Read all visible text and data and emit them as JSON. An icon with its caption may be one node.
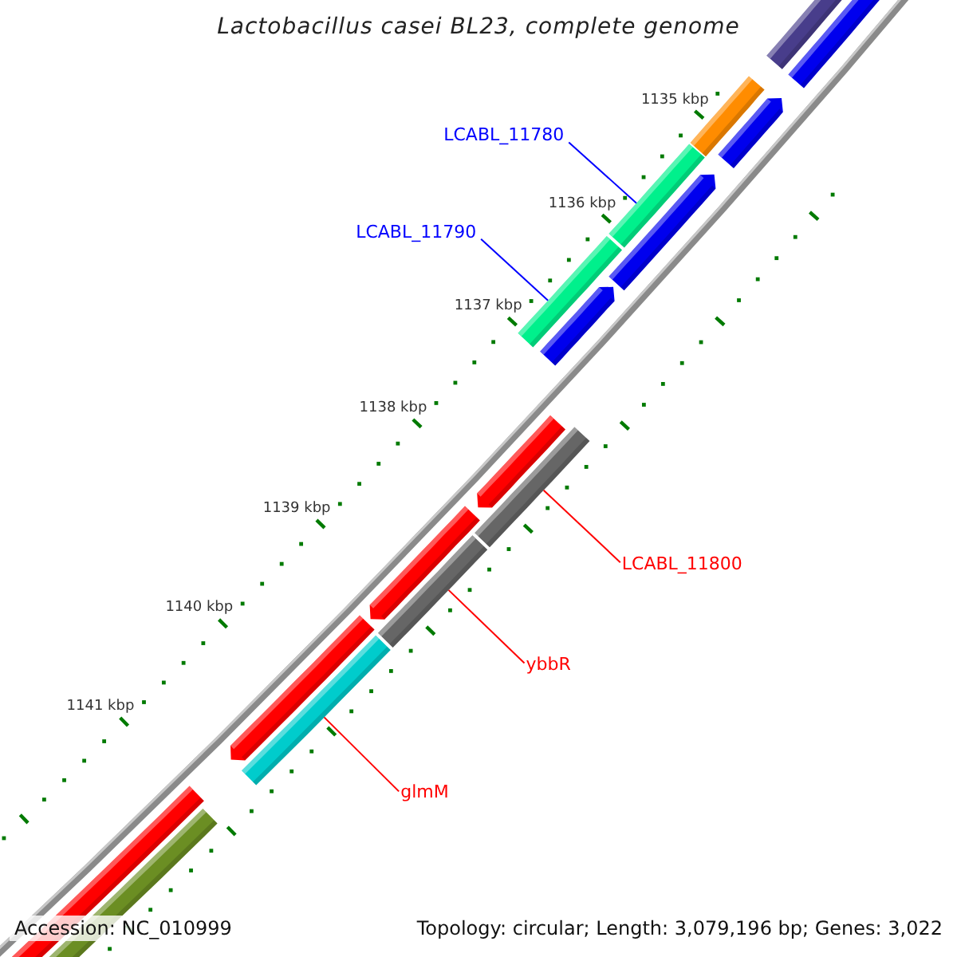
{
  "diagram": {
    "title": "Lactobacillus casei BL23, complete genome",
    "nodes": [
      {
        "text": [
          "LCABL_11780"
        ]
      },
      {
        "text": [
          "LCABL_11790"
        ]
      },
      {
        "text": [
          "LCABL_11800"
        ]
      },
      {
        "text": [
          "ybbR"
        ]
      },
      {
        "text": [
          "glmM"
        ]
      },
      {
        "text": [],
        "shape": "bar"
      },
      {
        "text": [],
        "shape": "bar"
      },
      {
        "text": [],
        "shape": "bar"
      },
      {
        "text": [],
        "shape": "bar"
      },
      {
        "text": [],
        "shape": "bar"
      }
    ],
    "edges": [
      {
        "from": 0,
        "to": 5,
        "arrow": "none",
        "color": "#0000ff"
      },
      {
        "from": 1,
        "to": 6,
        "arrow": "none",
        "color": "#0000ff"
      },
      {
        "from": 2,
        "to": 7,
        "arrow": "none"
      },
      {
        "from": 3,
        "to": 8,
        "arrow": "none"
      },
      {
        "from": 4,
        "to": 9,
        "arrow": "none"
      }
    ],
    "labels": [
      "1135 kbp",
      "1136 kbp",
      "1137 kbp",
      "1138 kbp",
      "1139 kbp",
      "1140 kbp",
      "1141 kbp",
      "Accession: NC_010999",
      "Topology: circular; Length: 3,079,196 bp; Genes: 3,022"
    ]
  }
}
